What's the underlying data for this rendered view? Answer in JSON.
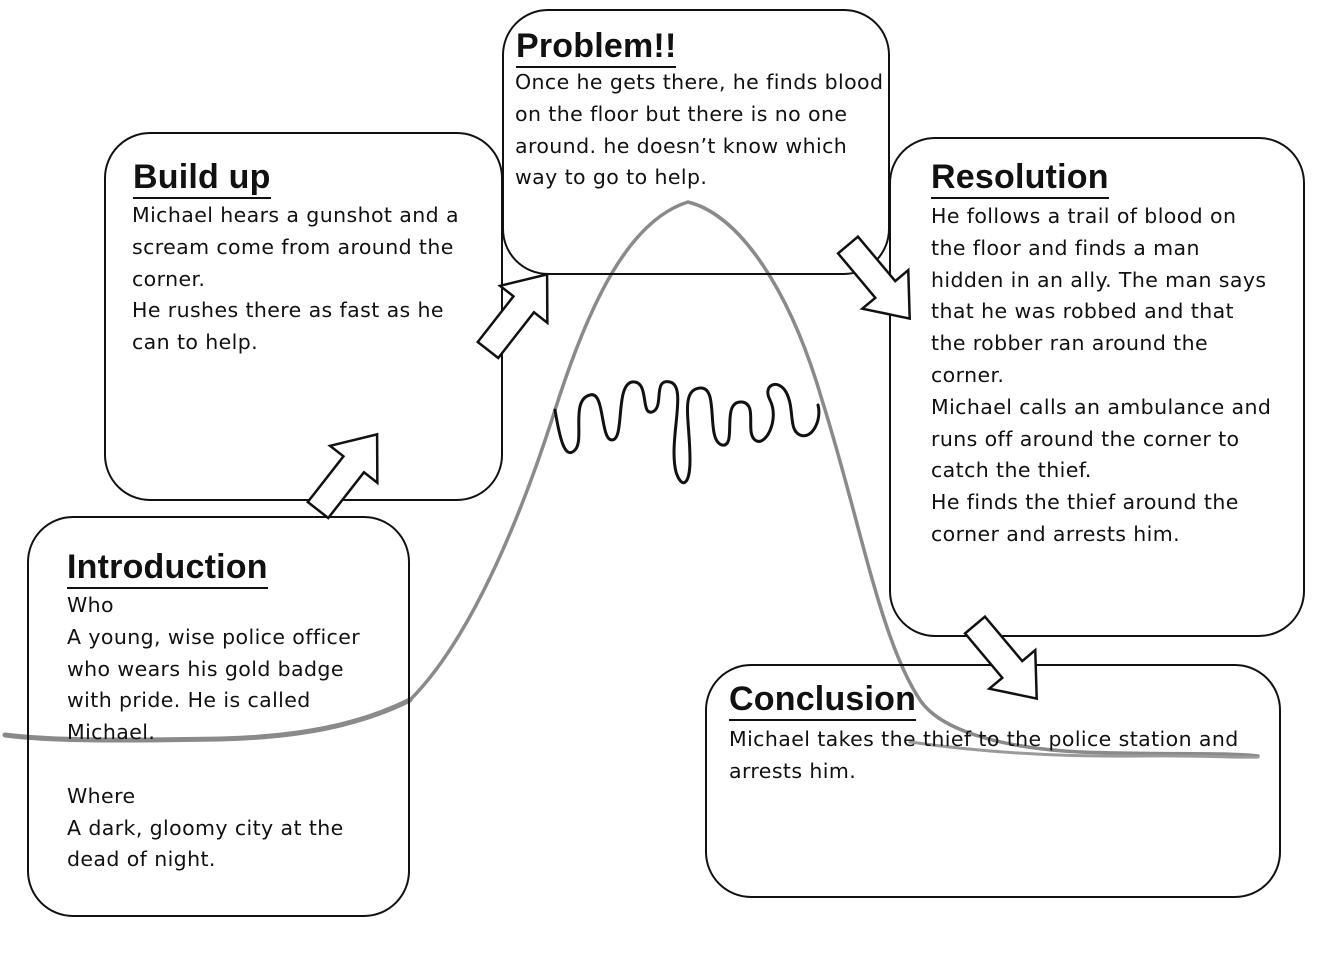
{
  "boxes": {
    "problem": {
      "title": "Problem!!",
      "body": "Once he gets there, he finds blood\non the floor but there is no one\naround. he doesn’t know which\nway to go to help."
    },
    "buildup": {
      "title": "Build up",
      "body": "Michael hears a gunshot and a\nscream come from around the\ncorner.\nHe rushes there as fast as he\ncan to help."
    },
    "resolution": {
      "title": "Resolution",
      "body": "He follows a trail of blood on\nthe floor and finds a man\nhidden in an ally. The man says\nthat he was robbed and that\nthe robber ran around the\ncorner.\nMichael calls an ambulance and\nruns off around the corner to\ncatch the thief.\nHe finds the thief around the\ncorner and arrests him."
    },
    "introduction": {
      "title": "Introduction",
      "body": "Who\nA young, wise police officer\nwho wears his gold badge\nwith pride. He is called\nMichael.\n\nWhere\nA dark, gloomy city at the\ndead of night."
    },
    "conclusion": {
      "title": "Conclusion",
      "body": "Michael takes the thief to the police station and\narrests him."
    }
  },
  "colors": {
    "line": "#111111",
    "mountain_outline": "#8a8a8a",
    "background": "#ffffff"
  },
  "icons": {
    "arrow_shape": "hollow-block-arrow",
    "landscape": "hand-drawn-mountain"
  }
}
